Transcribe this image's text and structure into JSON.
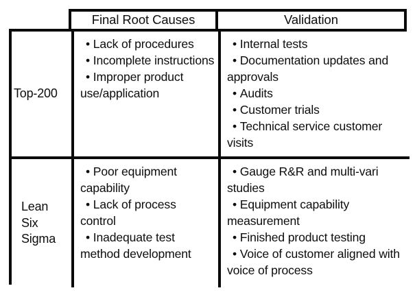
{
  "table": {
    "corner_label": "",
    "columns": [
      {
        "id": "row-label",
        "header": ""
      },
      {
        "id": "final-root-causes",
        "header": "Final Root Causes"
      },
      {
        "id": "validation",
        "header": "Validation"
      }
    ],
    "rows": [
      {
        "id": "top-200",
        "label_lines": [
          "Top-200"
        ],
        "final_root_causes": [
          "Lack of procedures",
          "Incomplete instructions",
          "Improper product use/application"
        ],
        "validation": [
          "Internal tests",
          "Documentation updates and approvals",
          "Audits",
          "Customer trials",
          "Technical service customer visits"
        ]
      },
      {
        "id": "lean-six-sigma",
        "label_lines": [
          "Lean",
          "Six",
          "Sigma"
        ],
        "final_root_causes": [
          "Poor equipment capability",
          "Lack of process control",
          "Inadequate test method development"
        ],
        "validation": [
          "Gauge R&R and multi-vari studies",
          "Equipment capability measurement",
          "Finished product testing",
          "Voice of customer aligned with voice of process"
        ]
      }
    ]
  },
  "colors": {
    "border": "#0a0a0a",
    "background": "#ffffff",
    "text": "#0d0d0d"
  }
}
